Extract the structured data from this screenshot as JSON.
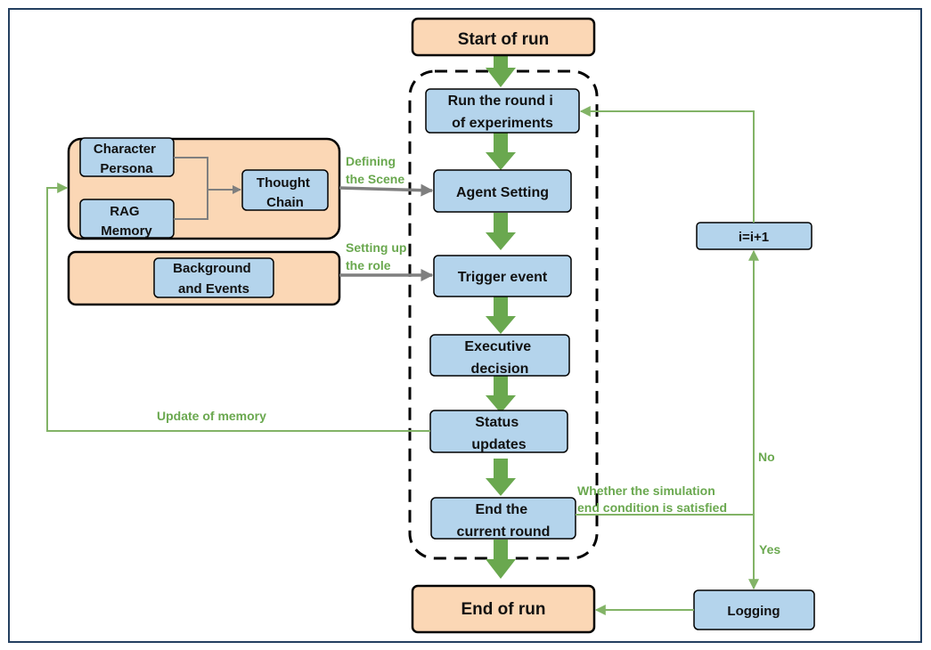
{
  "nodes": {
    "start": "Start of run",
    "run_round": [
      "Run the round i",
      "of experiments"
    ],
    "agent_setting": "Agent Setting",
    "trigger_event": "Trigger event",
    "executive_decision": [
      "Executive",
      "decision"
    ],
    "status_updates": [
      "Status",
      "updates"
    ],
    "end_round": [
      "End the",
      "current round"
    ],
    "end": "End of run",
    "character_persona": [
      "Character",
      "Persona"
    ],
    "rag_memory": [
      "RAG",
      "Memory"
    ],
    "thought_chain": [
      "Thought",
      "Chain"
    ],
    "background_events": [
      "Background",
      "and Events"
    ],
    "increment": "i=i+1",
    "logging": "Logging"
  },
  "labels": {
    "defining_scene": [
      "Defining",
      "the Scene"
    ],
    "setting_role": [
      "Setting up",
      "the role"
    ],
    "update_memory": "Update of memory",
    "condition": [
      "Whether the simulation",
      "end condition is satisfied"
    ],
    "no": "No",
    "yes": "Yes"
  },
  "colors": {
    "peach": "#fbd7b5",
    "blue": "#b4d4ec",
    "green_arrow": "#6aa84f",
    "green_line": "#82b366",
    "gray_arrow": "#7f7f7f",
    "frame": "#243f60"
  }
}
